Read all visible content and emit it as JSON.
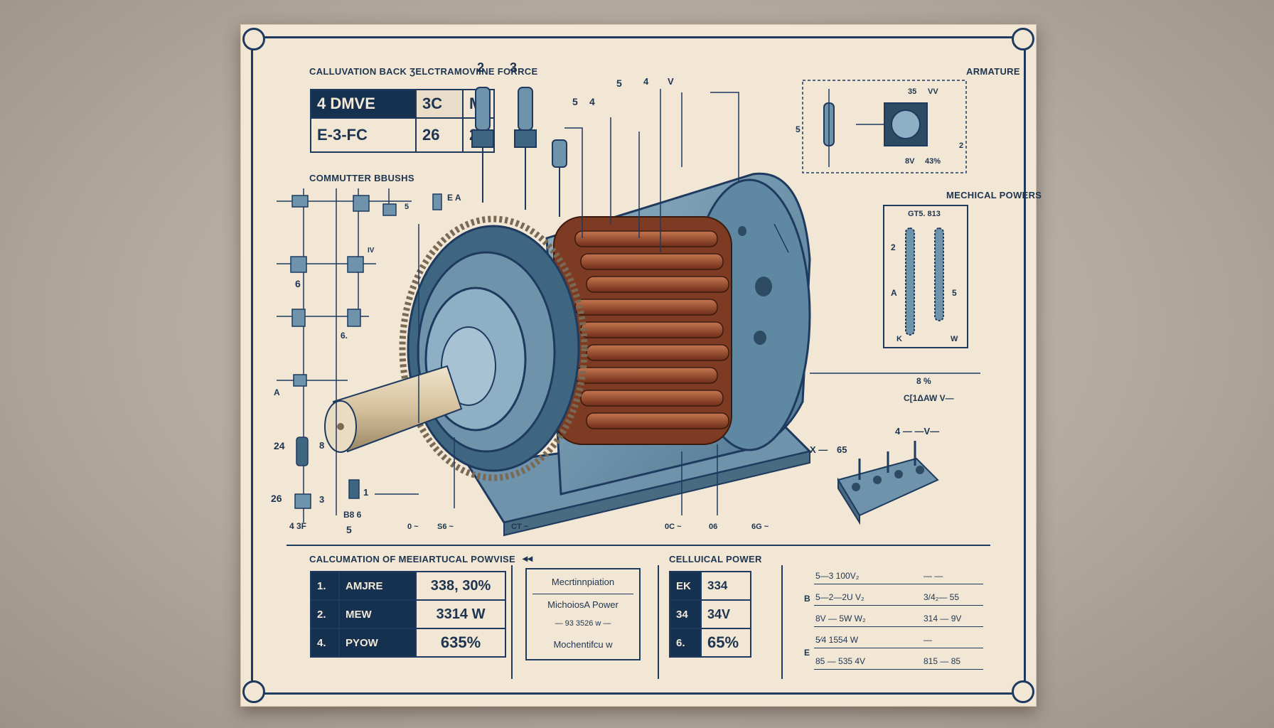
{
  "titles": {
    "back_emf": "CALLUVATION BACK ƷELCTRAMOVIINE FORRCE",
    "armature": "ARMATURE",
    "commutator": "COMMUTTER BBUSHS",
    "mech_powers": "MECHICAL POWERS",
    "calc_mech": "CALCUMATION OF MEEIARTUCAL POWVISE",
    "elec_power": "CELLUICAL POWER"
  },
  "emf_table": {
    "r1": [
      "4 DMVE",
      "3C",
      "M"
    ],
    "r2": [
      "E-3-FC",
      "26",
      "2"
    ]
  },
  "mech_table": [
    {
      "num": "1.",
      "label": "AMJRE",
      "value": "338, 30%"
    },
    {
      "num": "2.",
      "label": "MEW",
      "value": "3314 W"
    },
    {
      "num": "4.",
      "label": "PYOW",
      "value": "635%"
    }
  ],
  "middle_box": {
    "l1": "Mecrtinnpiation",
    "l2": "MichoiosA Power",
    "l3": "— 93 3526 w —",
    "l4": "Mochentifcu w"
  },
  "elec_table": [
    {
      "label": "EK",
      "value": "334"
    },
    {
      "label": "34",
      "value": "34V"
    },
    {
      "label": "6.",
      "value": "65%"
    }
  ],
  "right_list": [
    {
      "a": "5—3 100V₂",
      "b": "—   —"
    },
    {
      "a": "5—2—2U V₂",
      "b": "3/4₂— 55"
    },
    {
      "a": "8V — 5W W₂",
      "b": "314 — 9V"
    },
    {
      "a": "5⁄4  1554 W",
      "b": "—"
    },
    {
      "a": "85 — 535 4V",
      "b": "815 — 85"
    }
  ],
  "right_side_letters": {
    "b": "B",
    "e": "E"
  },
  "armature_panel": {
    "v1": "35",
    "v2": "VV",
    "v3": "8V",
    "v4": "43%",
    "s": "5",
    "two": "2"
  },
  "mech_panel": {
    "top": "GT5.  813",
    "num2": "2",
    "a": "A",
    "k": "K",
    "w": "W",
    "five": "5",
    "pct": "8 %",
    "law": "C[1ΔAW V—"
  },
  "top_numbers": {
    "n2": "2",
    "n3": "3",
    "n5": "5",
    "n4": "4",
    "nv": "V",
    "n5b": "5",
    "n4b": "4"
  },
  "left_numbers": {
    "a": "6",
    "b": "6.",
    "c": "24",
    "d": "8",
    "e": "26",
    "f": "3",
    "g": "4 3F",
    "h": "5",
    "i": "B8 6",
    "j": "1",
    "k": "A",
    "l": "5",
    "ea": "E A",
    "iv": "IV"
  },
  "bottom_numbers": {
    "a": "0 ~",
    "b": "S6 ~",
    "c": "CT ~",
    "d": "0C ~",
    "e": "06",
    "f": "6G ~"
  },
  "terminal_labels": {
    "x": "X —",
    "k": "65",
    "v": "4 — —V—"
  },
  "colors": {
    "paper": "#f2e6d5",
    "ink": "#1e3a5f",
    "motor": "#6a8fa8",
    "copper": "#9a4a2c"
  }
}
